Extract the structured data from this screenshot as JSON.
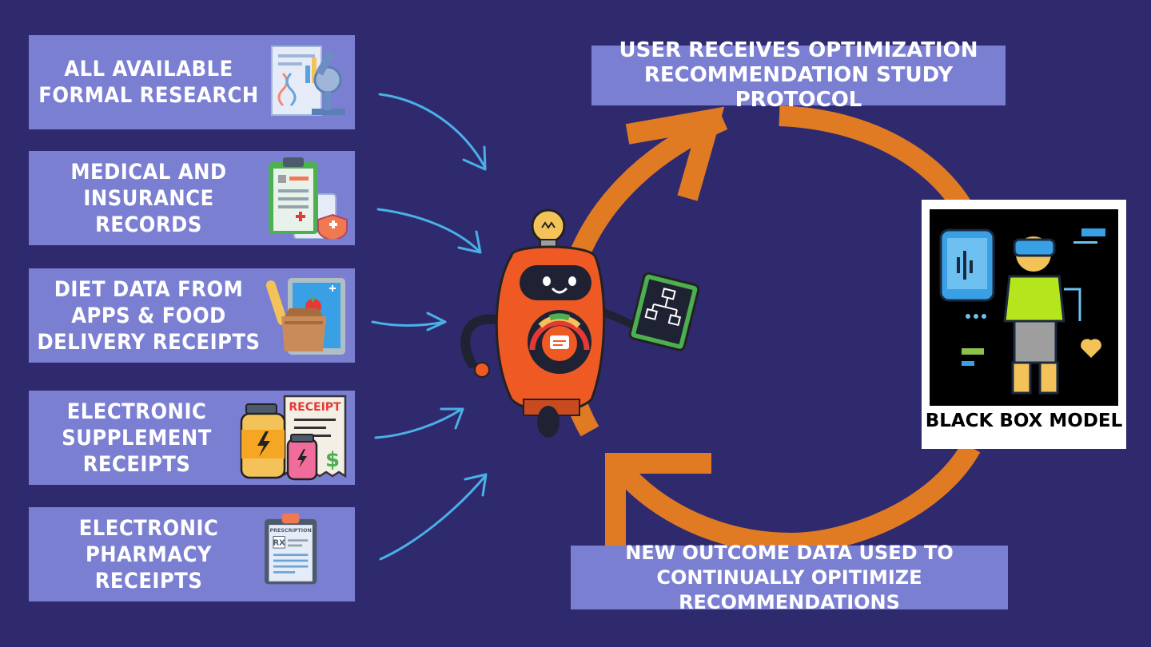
{
  "sources": [
    {
      "label": "ALL AVAILABLE FORMAL RESEARCH",
      "icon": "microscope-research-icon"
    },
    {
      "label": "MEDICAL AND INSURANCE RECORDS",
      "icon": "medical-clipboard-icon"
    },
    {
      "label": "DIET DATA FROM APPS & FOOD DELIVERY RECEIPTS",
      "icon": "grocery-bag-tablet-icon"
    },
    {
      "label": "ELECTRONIC SUPPLEMENT RECEIPTS",
      "icon": "supplement-receipt-icon"
    },
    {
      "label": "ELECTRONIC PHARMACY RECEIPTS",
      "icon": "prescription-clipboard-icon"
    }
  ],
  "receipt_word": "RECEIPT",
  "prescription_word": "PRESCRIPTION",
  "top_label": "USER RECEIVES OPTIMIZATION RECOMMENDATION STUDY PROTOCOL",
  "bottom_label": "NEW OUTCOME DATA USED TO CONTINUALLY OPITIMIZE RECOMMENDATIONS",
  "model_label": "BLACK BOX MODEL",
  "colors": {
    "background": "#2f2a6e",
    "box": "#7b7fd2",
    "cycle_arrow": "#e07b24",
    "input_arrow": "#4ab0e6",
    "robot": "#ef5a24"
  }
}
